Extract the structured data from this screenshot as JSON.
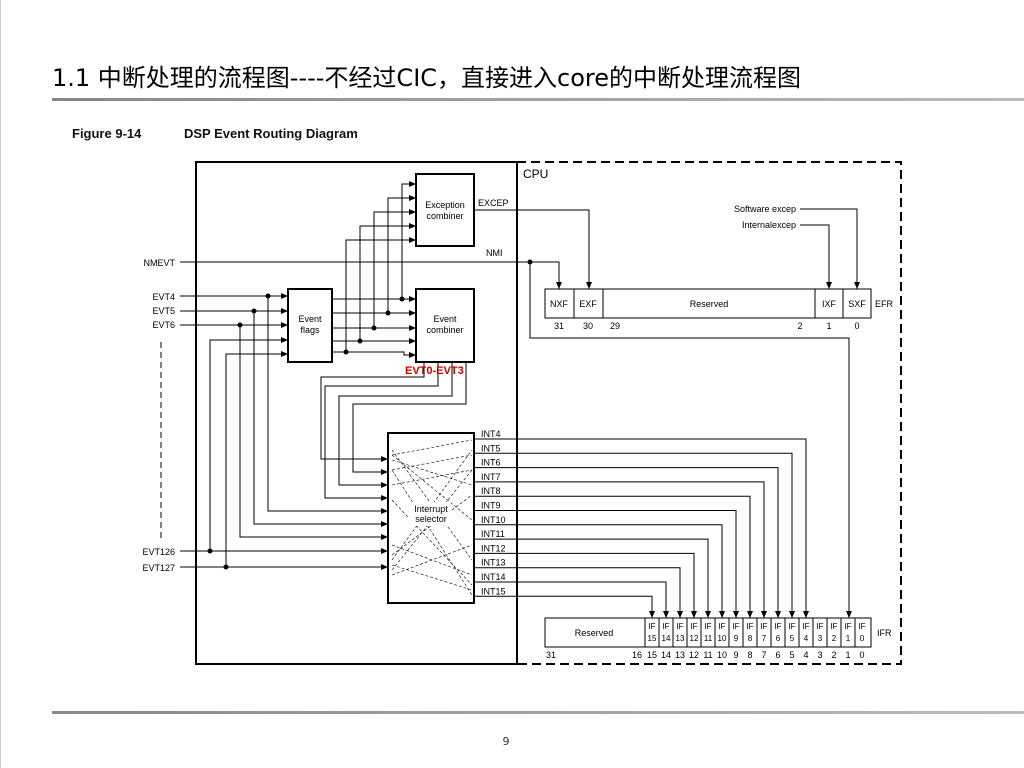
{
  "slide": {
    "title": "1.1 中断处理的流程图----不经过CIC，直接进入core的中断处理流程图",
    "page_number": "9"
  },
  "figure": {
    "number": "Figure 9-14",
    "title": "DSP Event Routing Diagram"
  },
  "diagram": {
    "cpu_label": "CPU",
    "inputs": [
      "NMEVT",
      "EVT4",
      "EVT5",
      "EVT6",
      "EVT126",
      "EVT127"
    ],
    "event_flags": [
      "Event",
      "flags"
    ],
    "exception_combiner": [
      "Exception",
      "combiner"
    ],
    "event_combiner": [
      "Event",
      "combiner"
    ],
    "interrupt_selector": [
      "Interrupt",
      "selector"
    ],
    "excep_label": "EXCEP",
    "nmi_label": "NMI",
    "annotation": "EVT0-EVT3",
    "annotation_color": "#cc0000",
    "int_lines": [
      "INT4",
      "INT5",
      "INT6",
      "INT7",
      "INT8",
      "INT9",
      "INT10",
      "INT11",
      "INT12",
      "INT13",
      "INT14",
      "INT15"
    ],
    "efr": {
      "name": "EFR",
      "cells": [
        "NXF",
        "EXF",
        "Reserved",
        "IXF",
        "SXF"
      ],
      "bits": [
        "31",
        "30",
        "29",
        "2",
        "1",
        "0"
      ],
      "software_excep": "Software excep",
      "internal_excep": "Internalexcep"
    },
    "ifr": {
      "name": "IFR",
      "reserved": "Reserved",
      "flags": [
        {
          "top": "IF",
          "num": "15"
        },
        {
          "top": "IF",
          "num": "14"
        },
        {
          "top": "IF",
          "num": "13"
        },
        {
          "top": "IF",
          "num": "12"
        },
        {
          "top": "IF",
          "num": "11"
        },
        {
          "top": "IF",
          "num": "10"
        },
        {
          "top": "IF",
          "num": "9"
        },
        {
          "top": "IF",
          "num": "8"
        },
        {
          "top": "IF",
          "num": "7"
        },
        {
          "top": "IF",
          "num": "6"
        },
        {
          "top": "IF",
          "num": "5"
        },
        {
          "top": "IF",
          "num": "4"
        },
        {
          "top": "IF",
          "num": "3"
        },
        {
          "top": "IF",
          "num": "2"
        },
        {
          "top": "IF",
          "num": "1"
        },
        {
          "top": "IF",
          "num": "0"
        }
      ],
      "bits": [
        "31",
        "16",
        "15",
        "14",
        "13",
        "12",
        "11",
        "10",
        "9",
        "8",
        "7",
        "6",
        "5",
        "4",
        "3",
        "2",
        "1",
        "0"
      ]
    }
  }
}
